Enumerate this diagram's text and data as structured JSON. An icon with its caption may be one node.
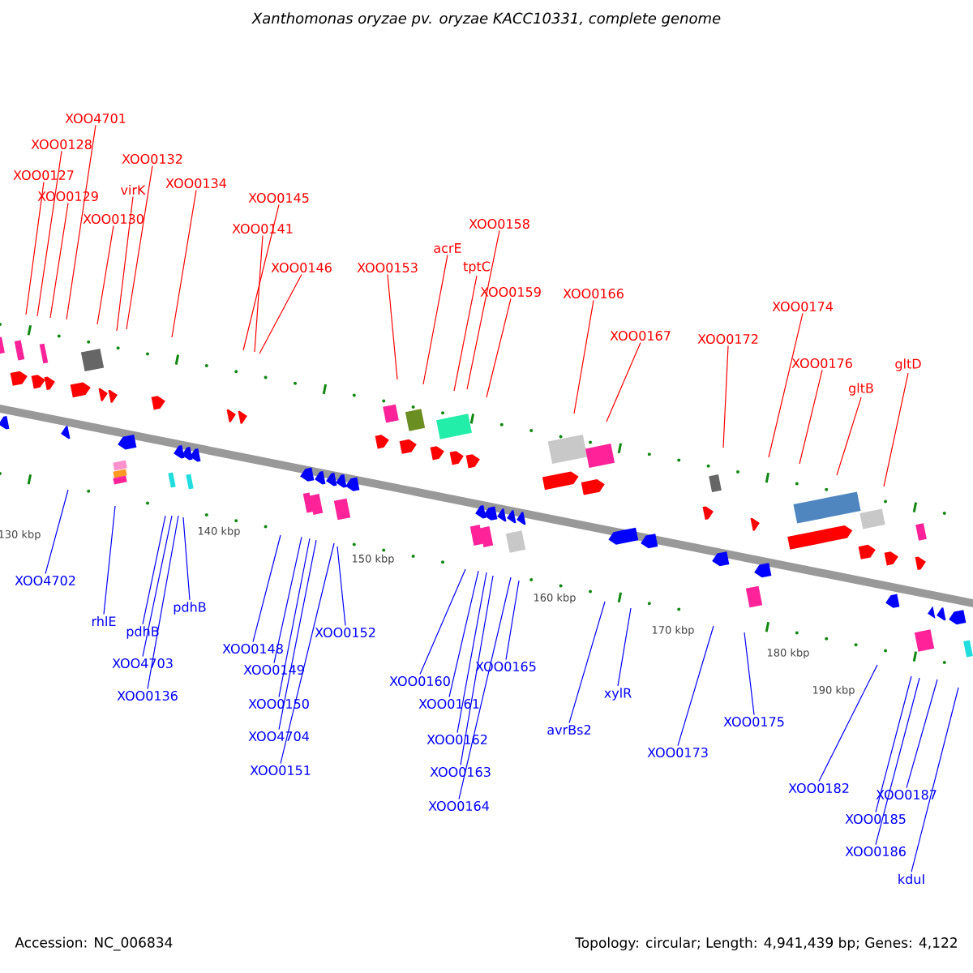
{
  "diagram": {
    "title": "Xanthomonas oryzae pv. oryzae KACC10331, complete genome",
    "nodes": [
      {
        "text": [
          "XOO4701"
        ]
      },
      {
        "text": [
          "XOO0128"
        ]
      },
      {
        "text": [
          "XOO0127"
        ]
      },
      {
        "text": [
          "XOO0129"
        ]
      },
      {
        "text": [
          "XOO0130"
        ]
      },
      {
        "text": [
          "XOO0132"
        ]
      },
      {
        "text": [
          "virK"
        ]
      },
      {
        "text": [
          "XOO0134"
        ]
      },
      {
        "text": [
          "XOO0145"
        ]
      },
      {
        "text": [
          "XOO0141"
        ]
      },
      {
        "text": [
          "XOO0146"
        ]
      },
      {
        "text": [
          "XOO0153"
        ]
      },
      {
        "text": [
          "acrE"
        ]
      },
      {
        "text": [
          "XOO0158"
        ]
      },
      {
        "text": [
          "tptC"
        ]
      },
      {
        "text": [
          "XOO0159"
        ]
      },
      {
        "text": [
          "XOO0166"
        ]
      },
      {
        "text": [
          "XOO0167"
        ]
      },
      {
        "text": [
          "XOO0172"
        ]
      },
      {
        "text": [
          "XOO0174"
        ]
      },
      {
        "text": [
          "XOO0176"
        ]
      },
      {
        "text": [
          "gltB"
        ]
      },
      {
        "text": [
          "gltD"
        ]
      },
      {
        "text": [
          "XOO4702"
        ]
      },
      {
        "text": [
          "rhlE"
        ]
      },
      {
        "text": [
          "pdhB"
        ]
      },
      {
        "text": [
          "pdhB"
        ]
      },
      {
        "text": [
          "XOO4703"
        ]
      },
      {
        "text": [
          "XOO0136"
        ]
      },
      {
        "text": [
          "XOO0148"
        ]
      },
      {
        "text": [
          "XOO0152"
        ]
      },
      {
        "text": [
          "XOO0149"
        ]
      },
      {
        "text": [
          "XOO0150"
        ]
      },
      {
        "text": [
          "XOO4704"
        ]
      },
      {
        "text": [
          "XOO0151"
        ]
      },
      {
        "text": [
          "XOO0160"
        ]
      },
      {
        "text": [
          "XOO0165"
        ]
      },
      {
        "text": [
          "XOO0161"
        ]
      },
      {
        "text": [
          "XOO0162"
        ]
      },
      {
        "text": [
          "XOO0163"
        ]
      },
      {
        "text": [
          "XOO0164"
        ]
      },
      {
        "text": [
          "avrBs2"
        ]
      },
      {
        "text": [
          "xylR"
        ]
      },
      {
        "text": [
          "XOO0173"
        ]
      },
      {
        "text": [
          "XOO0175"
        ]
      },
      {
        "text": [
          "XOO0182"
        ]
      },
      {
        "text": [
          "XOO0187"
        ]
      },
      {
        "text": [
          "XOO0185"
        ]
      },
      {
        "text": [
          "XOO0186"
        ]
      },
      {
        "text": [
          "kduI"
        ]
      }
    ],
    "edges": [
      {
        "from": 0,
        "to": null,
        "arrow": "none",
        "color": "#ff0000"
      },
      {
        "from": 1,
        "to": null,
        "arrow": "none",
        "color": "#ff0000"
      },
      {
        "from": 2,
        "to": null,
        "arrow": "none",
        "color": "#ff0000"
      },
      {
        "from": 3,
        "to": null,
        "arrow": "none",
        "color": "#ff0000"
      },
      {
        "from": 4,
        "to": null,
        "arrow": "none",
        "color": "#ff0000"
      },
      {
        "from": 5,
        "to": null,
        "arrow": "none",
        "color": "#ff0000"
      },
      {
        "from": 6,
        "to": null,
        "arrow": "none",
        "color": "#ff0000"
      },
      {
        "from": 7,
        "to": null,
        "arrow": "none",
        "color": "#ff0000"
      },
      {
        "from": 8,
        "to": null,
        "arrow": "none",
        "color": "#ff0000"
      },
      {
        "from": 9,
        "to": null,
        "arrow": "none",
        "color": "#ff0000"
      },
      {
        "from": 10,
        "to": null,
        "arrow": "none",
        "color": "#ff0000"
      },
      {
        "from": 11,
        "to": null,
        "arrow": "none",
        "color": "#ff0000"
      },
      {
        "from": 12,
        "to": null,
        "arrow": "none",
        "color": "#ff0000"
      },
      {
        "from": 13,
        "to": null,
        "arrow": "none",
        "color": "#ff0000"
      },
      {
        "from": 14,
        "to": null,
        "arrow": "none",
        "color": "#ff0000"
      },
      {
        "from": 15,
        "to": null,
        "arrow": "none",
        "color": "#ff0000"
      },
      {
        "from": 16,
        "to": null,
        "arrow": "none",
        "color": "#ff0000"
      },
      {
        "from": 17,
        "to": null,
        "arrow": "none",
        "color": "#ff0000"
      },
      {
        "from": 18,
        "to": null,
        "arrow": "none",
        "color": "#ff0000"
      },
      {
        "from": 19,
        "to": null,
        "arrow": "none",
        "color": "#ff0000"
      },
      {
        "from": 20,
        "to": null,
        "arrow": "none",
        "color": "#ff0000"
      },
      {
        "from": 21,
        "to": null,
        "arrow": "none",
        "color": "#ff0000"
      },
      {
        "from": 22,
        "to": null,
        "arrow": "none",
        "color": "#ff0000"
      },
      {
        "from": 23,
        "to": null,
        "arrow": "none"
      },
      {
        "from": 24,
        "to": null,
        "arrow": "none"
      },
      {
        "from": 25,
        "to": null,
        "arrow": "none"
      },
      {
        "from": 26,
        "to": null,
        "arrow": "none"
      },
      {
        "from": 27,
        "to": null,
        "arrow": "none"
      },
      {
        "from": 28,
        "to": null,
        "arrow": "none"
      },
      {
        "from": 29,
        "to": null,
        "arrow": "none"
      },
      {
        "from": 30,
        "to": null,
        "arrow": "none"
      },
      {
        "from": 31,
        "to": null,
        "arrow": "none"
      },
      {
        "from": 32,
        "to": null,
        "arrow": "none"
      },
      {
        "from": 33,
        "to": null,
        "arrow": "none"
      },
      {
        "from": 34,
        "to": null,
        "arrow": "none"
      },
      {
        "from": 35,
        "to": null,
        "arrow": "none"
      },
      {
        "from": 36,
        "to": null,
        "arrow": "none"
      },
      {
        "from": 37,
        "to": null,
        "arrow": "none"
      },
      {
        "from": 38,
        "to": null,
        "arrow": "none"
      },
      {
        "from": 39,
        "to": null,
        "arrow": "none"
      },
      {
        "from": 40,
        "to": null,
        "arrow": "none"
      },
      {
        "from": 41,
        "to": null,
        "arrow": "none"
      },
      {
        "from": 42,
        "to": null,
        "arrow": "none"
      },
      {
        "from": 43,
        "to": null,
        "arrow": "none"
      },
      {
        "from": 44,
        "to": null,
        "arrow": "none"
      },
      {
        "from": 45,
        "to": null,
        "arrow": "none"
      },
      {
        "from": 46,
        "to": null,
        "arrow": "none"
      },
      {
        "from": 47,
        "to": null,
        "arrow": "none"
      },
      {
        "from": 48,
        "to": null,
        "arrow": "none"
      },
      {
        "from": 49,
        "to": null,
        "arrow": "none"
      }
    ],
    "labels": [
      "130 kbp",
      "140 kbp",
      "150 kbp",
      "160 kbp",
      "170 kbp",
      "180 kbp",
      "190 kbp",
      "Accession: NC_006834",
      "Topology: circular; Length: 4,941,439 bp; Genes: 4,122"
    ]
  }
}
